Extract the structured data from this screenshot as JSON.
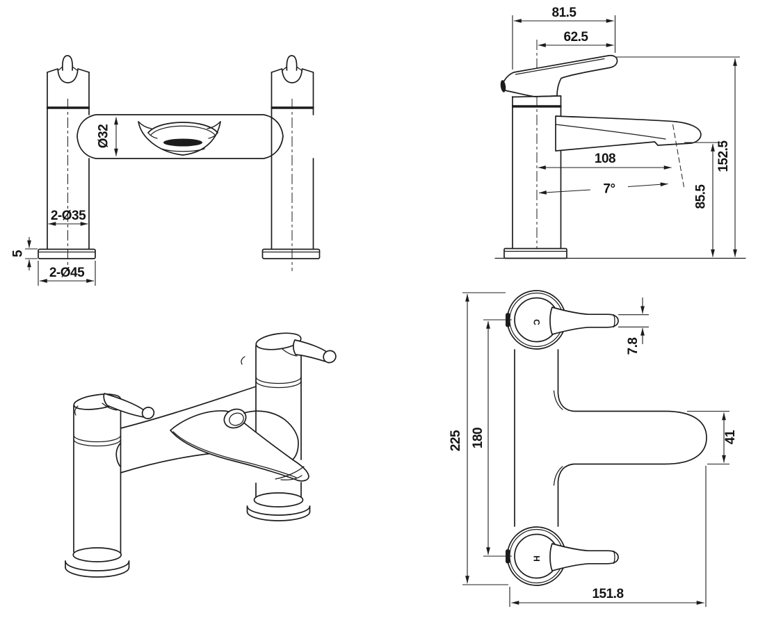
{
  "drawing": {
    "colors": {
      "line": "#1c1c1c",
      "background": "#ffffff"
    },
    "front_view": {
      "spout_body_diameter": "Ø32",
      "pillar_diameter": "2-Ø35",
      "base_plate_height": "5",
      "base_plate_diameter": "2-Ø45"
    },
    "side_view": {
      "handle_overhang": "81.5",
      "handle_length": "62.5",
      "spout_reach": "108",
      "spout_angle": "7°",
      "spout_outlet_height": "85.5",
      "overall_height": "152.5"
    },
    "plan_view": {
      "overall_depth": "225",
      "tap_hole_centres": "180",
      "lever_width": "7.8",
      "spout_width": "41",
      "overall_length": "151.8",
      "cold_indicator": "C",
      "hot_indicator": "H"
    }
  }
}
